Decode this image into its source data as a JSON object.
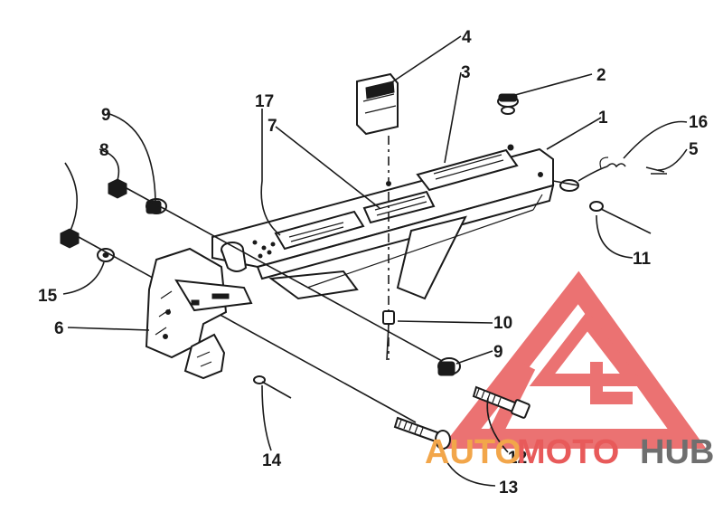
{
  "diagram": {
    "callouts": [
      {
        "id": "c1",
        "label": "1"
      },
      {
        "id": "c2",
        "label": "2"
      },
      {
        "id": "c3",
        "label": "3"
      },
      {
        "id": "c4",
        "label": "4"
      },
      {
        "id": "c5",
        "label": "5"
      },
      {
        "id": "c6",
        "label": "6"
      },
      {
        "id": "c7",
        "label": "7"
      },
      {
        "id": "c8",
        "label": "8"
      },
      {
        "id": "c9a",
        "label": "9"
      },
      {
        "id": "c9b",
        "label": "9"
      },
      {
        "id": "c10",
        "label": "10"
      },
      {
        "id": "c11",
        "label": "11"
      },
      {
        "id": "c12",
        "label": "12"
      },
      {
        "id": "c13",
        "label": "13"
      },
      {
        "id": "c14",
        "label": "14"
      },
      {
        "id": "c15",
        "label": "15"
      },
      {
        "id": "c16",
        "label": "16"
      },
      {
        "id": "c17",
        "label": "17"
      }
    ]
  },
  "watermark": {
    "part1": "AUTO",
    "part2": "MOTO",
    "part3": "HUB",
    "colors": {
      "red": "#e85a5a",
      "orange": "#f2a64a",
      "gray": "#6f6f6f"
    }
  }
}
